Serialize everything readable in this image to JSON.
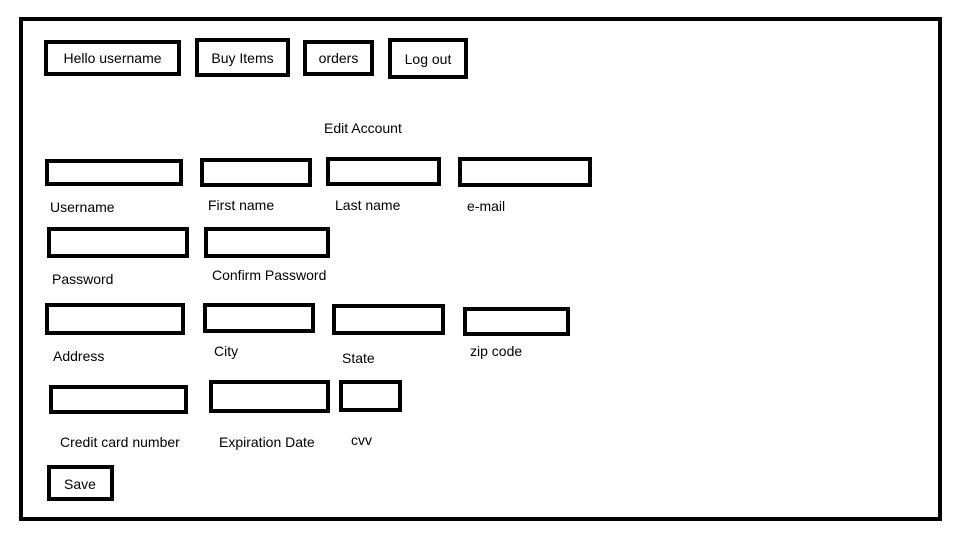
{
  "nav": {
    "greeting": "Hello username",
    "buy_items": "Buy Items",
    "orders": "orders",
    "logout": "Log out"
  },
  "form": {
    "title": "Edit Account",
    "fields": {
      "username": {
        "label": "Username",
        "value": ""
      },
      "first_name": {
        "label": "First name",
        "value": ""
      },
      "last_name": {
        "label": "Last name",
        "value": ""
      },
      "email": {
        "label": "e-mail",
        "value": ""
      },
      "password": {
        "label": "Password",
        "value": ""
      },
      "confirm_password": {
        "label": "Confirm Password",
        "value": ""
      },
      "address": {
        "label": "Address",
        "value": ""
      },
      "city": {
        "label": "City",
        "value": ""
      },
      "state": {
        "label": "State",
        "value": ""
      },
      "zip_code": {
        "label": "zip code",
        "value": ""
      },
      "credit_card_number": {
        "label": "Credit card number",
        "value": ""
      },
      "expiration_date": {
        "label": "Expiration Date",
        "value": ""
      },
      "cvv": {
        "label": "cvv",
        "value": ""
      }
    },
    "save_label": "Save"
  }
}
